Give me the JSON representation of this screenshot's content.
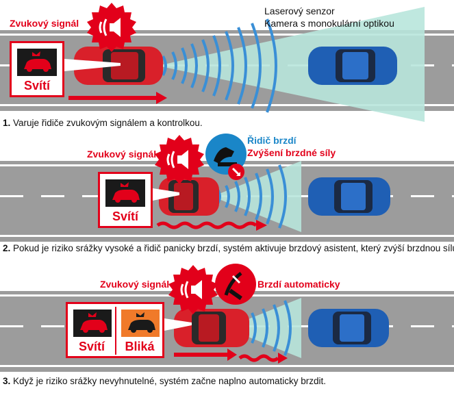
{
  "sensor": {
    "line1": "Laserový senzor",
    "line2": "Kamera s monokulární optikou"
  },
  "scene1": {
    "sound_label": "Zvukový signál",
    "lamp_label": "Svítí",
    "caption_num": "1.",
    "caption_text": "Varuje řidiče zvukovým signálem a kontrolkou."
  },
  "scene2": {
    "sound_label": "Zvukový signál",
    "driver_brakes": "Řidič brzdí",
    "brake_boost": "Zvýšení brzdné síly",
    "lamp_label": "Svítí",
    "caption_num": "2.",
    "caption_text": "Pokud je riziko srážky vysoké a řidič panicky brzdí, systém aktivuje brzdový asistent, který zvýší brzdnou sílu."
  },
  "scene3": {
    "sound_label": "Zvukový signál",
    "auto_brake": "Brzdí automaticky",
    "lamp_label_1": "Svítí",
    "lamp_label_2": "Bliká",
    "caption_num": "3.",
    "caption_text": "Když je riziko srážky nevyhnutelné, systém začne naplno automaticky brzdit."
  },
  "colors": {
    "accent": "#e2001a",
    "road": "#9c9c9c",
    "beam": "#b8e6dc",
    "waves": "#3a8fd6",
    "car_red": "#d9202a",
    "car_blue": "#1f5fb4",
    "blink": "#f07a2a"
  },
  "icons": [
    "speaker-icon",
    "warning-lamp-icon",
    "foot-brake-icon",
    "auto-brake-icon",
    "motion-arrow-icon"
  ]
}
